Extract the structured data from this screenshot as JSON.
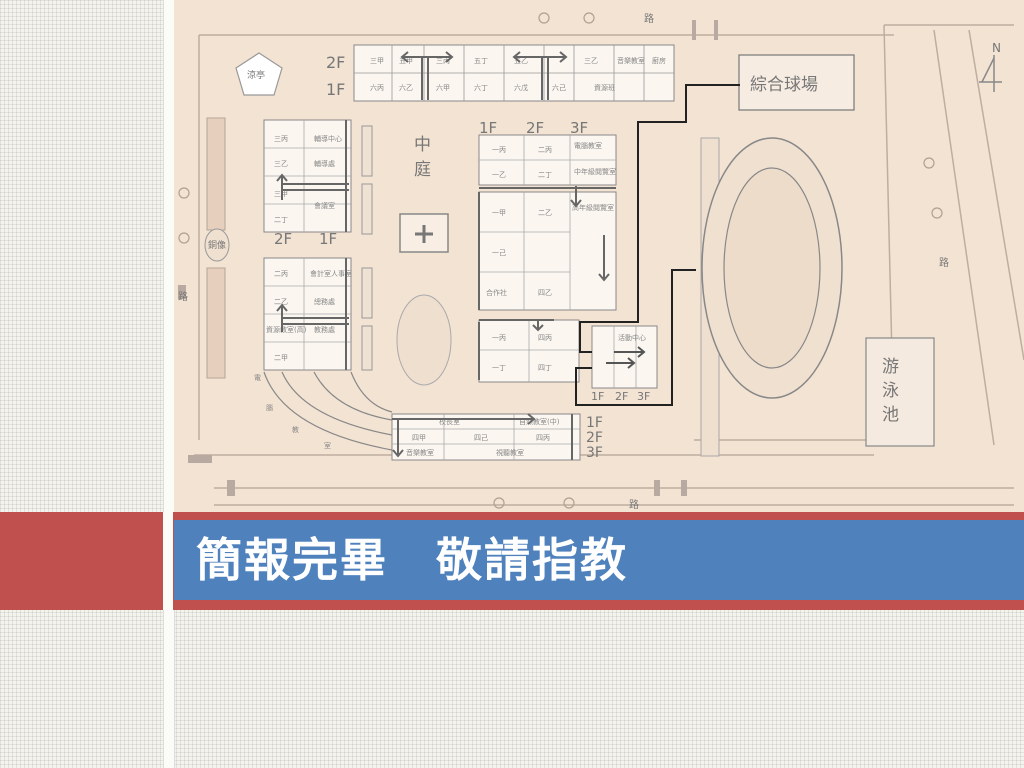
{
  "slide": {
    "title": "簡報完畢　敬請指教"
  },
  "map": {
    "labels": {
      "sports_field": "綜合球場",
      "courtyard": "中庭",
      "pool": "游泳池",
      "pavilion": "涼亭",
      "statue": "銅像",
      "road": "路",
      "north": "N",
      "corridor_chars": [
        "電",
        "腦",
        "教",
        "室"
      ],
      "library_vertical": "活動中心"
    },
    "floor_labels": {
      "top_block": [
        "2F",
        "1F"
      ],
      "left_block": [
        "2F",
        "1F"
      ],
      "center_block": [
        "1F",
        "2F",
        "3F"
      ],
      "bottom_block": [
        "1F",
        "2F",
        "3F"
      ],
      "small_block": [
        "1F",
        "2F",
        "3F"
      ]
    },
    "rooms": {
      "top_row_2f": [
        "三甲",
        "五甲",
        "三丙",
        "五丁",
        "五乙",
        "三乙",
        "音樂教室",
        "廚房"
      ],
      "top_row_1f": [
        "六丙",
        "六乙",
        "六甲",
        "六丁",
        "六戊",
        "六己",
        "資源班"
      ],
      "left_upper": [
        "三丙",
        "輔導中心",
        "三乙",
        "輔導處",
        "三甲",
        "二丁",
        "會議室"
      ],
      "left_lower": [
        "二丙",
        "會計室人事室",
        "二乙",
        "總務處",
        "資源教室(高)",
        "二甲",
        "教務處"
      ],
      "center": [
        "一丙",
        "二丙",
        "電腦教室",
        "一乙",
        "二丁",
        "中年級閱覽室",
        "一甲",
        "二乙",
        "高年級閱覽室",
        "一己",
        "合作社",
        "四乙",
        "一丙",
        "四丙",
        "一丁",
        "四丁"
      ],
      "bottom": [
        "校長室",
        "自然教室(中)",
        "四甲",
        "四己",
        "四丙",
        "音樂教室",
        "視聽教室"
      ]
    }
  }
}
